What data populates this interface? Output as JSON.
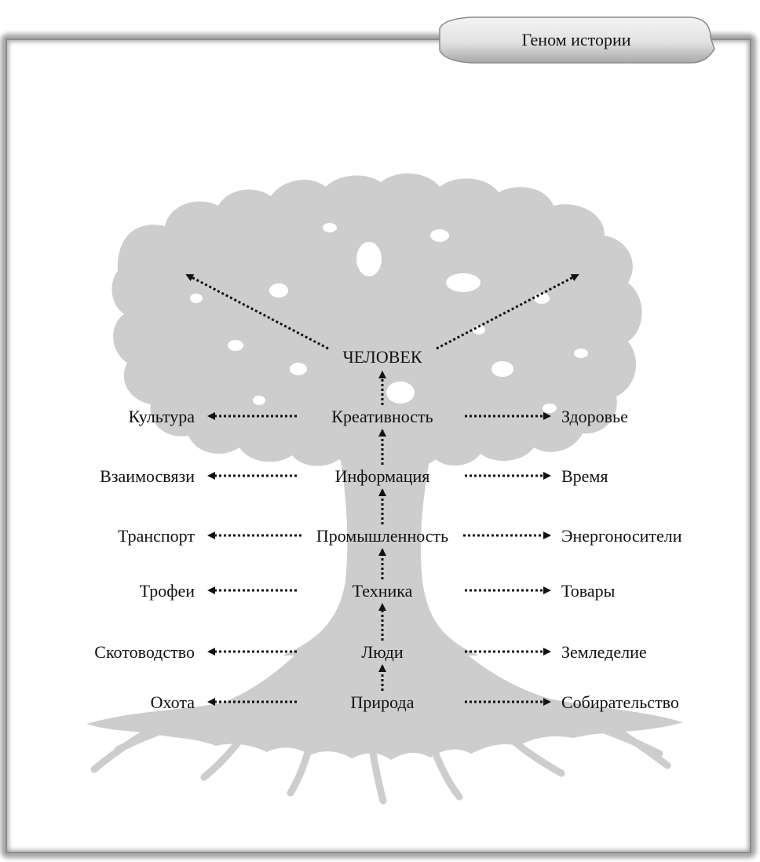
{
  "tab": {
    "title": "Геном истории"
  },
  "center": {
    "top": "ЧЕЛОВЕК",
    "levels": [
      "Креативность",
      "Информация",
      "Промышленность",
      "Техника",
      "Люди",
      "Природа"
    ]
  },
  "left": [
    "Культура",
    "Взаимосвязи",
    "Транспорт",
    "Трофеи",
    "Скотоводство",
    "Охота"
  ],
  "right": [
    "Здоровье",
    "Время",
    "Энергоносители",
    "Товары",
    "Земледелие",
    "Собирательство"
  ],
  "colors": {
    "tree": "#cdcdcd",
    "frame": "#b8b8b8",
    "ink": "#111111"
  }
}
